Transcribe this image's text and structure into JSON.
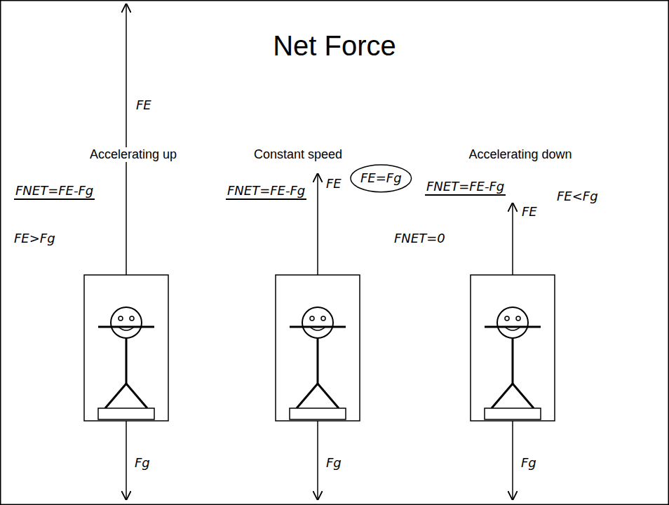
{
  "diagram": {
    "title": "Net Force",
    "labels": [
      "Accelerating up",
      "Constant speed",
      "Accelerating down",
      "FNET=FE-Fg",
      "FE",
      "FE>Fg",
      "Fg",
      "FNET=FE-Fg",
      "FE",
      "FE=Fg",
      "FNET=0",
      "Fg",
      "FNET=FE-Fg",
      "FE",
      "FE<Fg",
      "Fg"
    ]
  }
}
